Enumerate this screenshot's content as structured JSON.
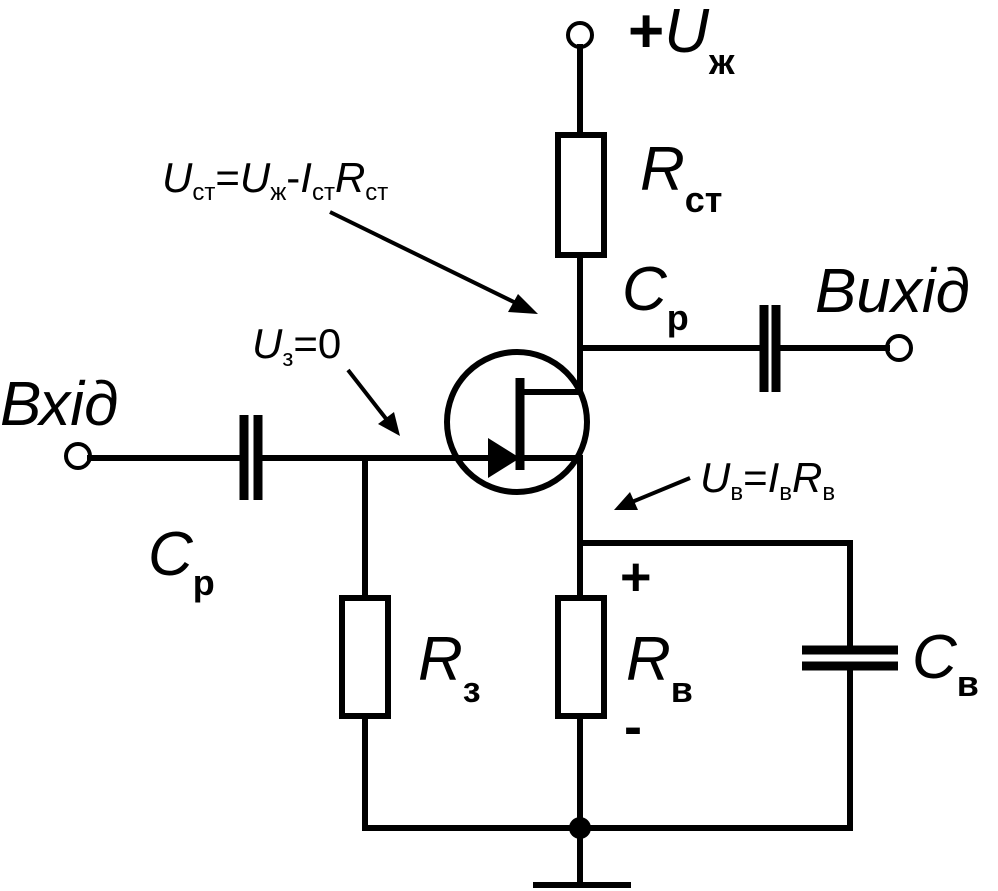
{
  "supply": {
    "sign": "+",
    "symbol": "U",
    "subscript": "ж"
  },
  "input_label": "Вхід",
  "output_label": "Вихід",
  "components": {
    "r_drain": {
      "symbol": "R",
      "subscript": "ст"
    },
    "r_gate": {
      "symbol": "R",
      "subscript": "з"
    },
    "r_source": {
      "symbol": "R",
      "subscript": "в"
    },
    "c_in": {
      "symbol": "C",
      "subscript": "р"
    },
    "c_out": {
      "symbol": "C",
      "subscript": "р"
    },
    "c_source": {
      "symbol": "C",
      "subscript": "в"
    }
  },
  "annotations": {
    "drain_voltage": {
      "u": "U",
      "u_sub": "ст",
      "eq": "=",
      "u2": "U",
      "u2_sub": "ж",
      "minus": "-",
      "i": "I",
      "i_sub": "ст",
      "r": "R",
      "r_sub": "ст"
    },
    "gate_voltage": {
      "u": "U",
      "u_sub": "з",
      "rest": "=0"
    },
    "source_voltage": {
      "u": "U",
      "u_sub": "в",
      "eq": "=",
      "i": "I",
      "i_sub": "в",
      "r": "R",
      "r_sub": "в"
    }
  },
  "polarity": {
    "plus": "+",
    "minus": "-"
  },
  "colors": {
    "line": "#000000",
    "background": "#ffffff"
  },
  "component_type": "n-channel JFET (common-source amplifier)"
}
